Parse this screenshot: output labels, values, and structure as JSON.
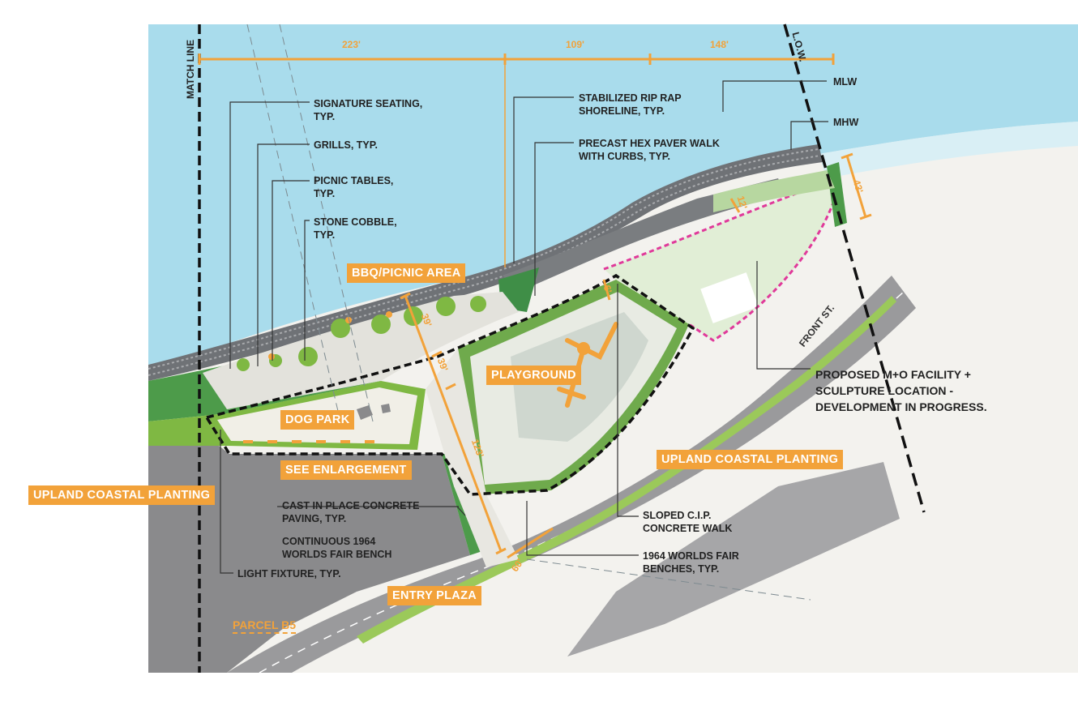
{
  "colors": {
    "water": "#a9dcec",
    "land": "#f3f2ee",
    "parcel": "#8a8a8c",
    "road": "#9a9a9c",
    "green": "#7fb843",
    "dark_green": "#3f8e47",
    "accent_orange": "#f2a23a",
    "boundary_magenta": "#e0399a",
    "leader": "#333333"
  },
  "dimensions": {
    "top_223": "223'",
    "top_109": "109'",
    "top_148": "148'",
    "d_43": "43'",
    "d_12": "12'",
    "d_6": "6'",
    "d_39a": "39'",
    "d_39b": "39'",
    "d_123": "123'",
    "d_60": "60'"
  },
  "labels": {
    "match_line": "MATCH LINE",
    "low": "L.O.W.",
    "signature_seating": [
      "SIGNATURE SEATING,",
      "TYP."
    ],
    "grills": [
      "GRILLS, TYP."
    ],
    "picnic_tables": [
      "PICNIC TABLES,",
      "TYP."
    ],
    "stone_cobble": [
      "STONE COBBLE,",
      "TYP."
    ],
    "rip_rap": [
      "STABILIZED RIP RAP",
      "SHORELINE, TYP."
    ],
    "hex_paver": [
      "PRECAST HEX PAVER WALK",
      "WITH CURBS, TYP."
    ],
    "mlw": "MLW",
    "mhw": "MHW",
    "front_st": "FRONT ST.",
    "mo_facility": [
      "PROPOSED M+O FACILITY +",
      "SCULPTURE LOCATION -",
      "DEVELOPMENT IN PROGRESS."
    ],
    "cip_paving": [
      "CAST IN PLACE CONCRETE",
      "PAVING, TYP."
    ],
    "bench_cont": [
      "CONTINUOUS 1964",
      "WORLDS FAIR BENCH"
    ],
    "light_fixture": "LIGHT FIXTURE, TYP.",
    "sloped_walk": [
      "SLOPED C.I.P.",
      "CONCRETE WALK"
    ],
    "wf_benches": [
      "1964 WORLDS FAIR",
      "BENCHES, TYP."
    ],
    "parcel_b5": "PARCEL B5"
  },
  "tags": {
    "bbq": "BBQ/PICNIC AREA",
    "playground": "PLAYGROUND",
    "dog_park": "DOG PARK",
    "see_enlargement": "SEE ENLARGEMENT",
    "upland_left": "UPLAND COASTAL PLANTING",
    "upland_right": "UPLAND COASTAL PLANTING",
    "entry_plaza": "ENTRY PLAZA"
  }
}
